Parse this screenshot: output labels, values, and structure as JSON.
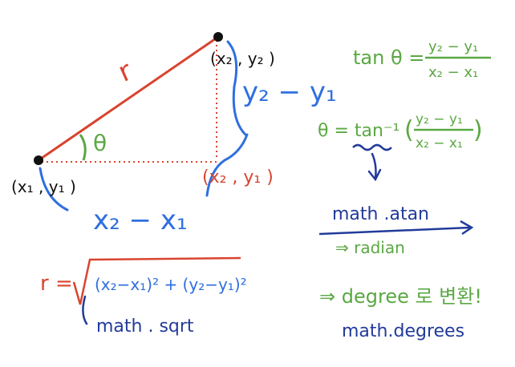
{
  "colors": {
    "red": "#d9442f",
    "blue": "#2f6fe0",
    "green": "#5aa843",
    "navy": "#223b9a",
    "black": "#111111"
  },
  "labels": {
    "r": "r",
    "theta": "θ",
    "point1": "(x₁ , y₁ )",
    "point2": "(x₂ , y₂ )",
    "point_corner": "(x₂ , y₁ )",
    "dy": "y₂ − y₁",
    "dx": "x₂ − x₁"
  },
  "formulas": {
    "tan_lhs": "tan θ =",
    "tan_num": "y₂ − y₁",
    "tan_den": "x₂ − x₁",
    "theta_lhs": "θ = tan⁻¹",
    "theta_num": "y₂ − y₁",
    "theta_den": "x₂ − x₁",
    "atan": "math .atan",
    "radian": "⇒ radian",
    "degree": "⇒ degree 로 변환!",
    "degrees_fn": "math.degrees",
    "r_lhs": "r =",
    "r_radicand": "(x₂−x₁)² + (y₂−y₁)²",
    "sqrt_fn": "math . sqrt"
  }
}
